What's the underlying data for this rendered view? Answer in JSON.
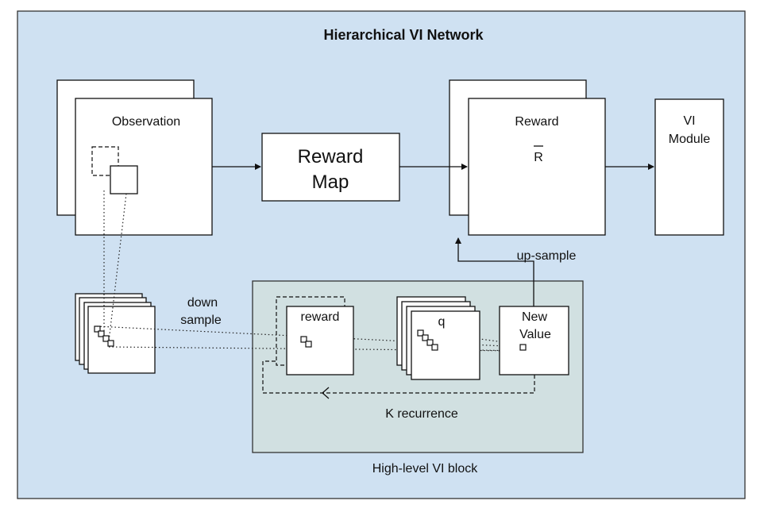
{
  "diagram": {
    "title": "Hierarchical VI Network",
    "observation_label": "Observation",
    "reward_map_line1": "Reward",
    "reward_map_line2": "Map",
    "reward_label": "Reward",
    "reward_symbol": "R",
    "vi_module_line1": "VI",
    "vi_module_line2": "Module",
    "up_sample_label": "up-sample",
    "down_sample_line1": "down",
    "down_sample_line2": "sample",
    "block_reward_label": "reward",
    "q_label": "q",
    "new_value_line1": "New",
    "new_value_line2": "Value",
    "k_recurrence_label": "K recurrence",
    "block_label": "High-level VI block"
  },
  "colors": {
    "background_panel": "#cfe1f2",
    "block_panel": "#d1e0e1"
  }
}
